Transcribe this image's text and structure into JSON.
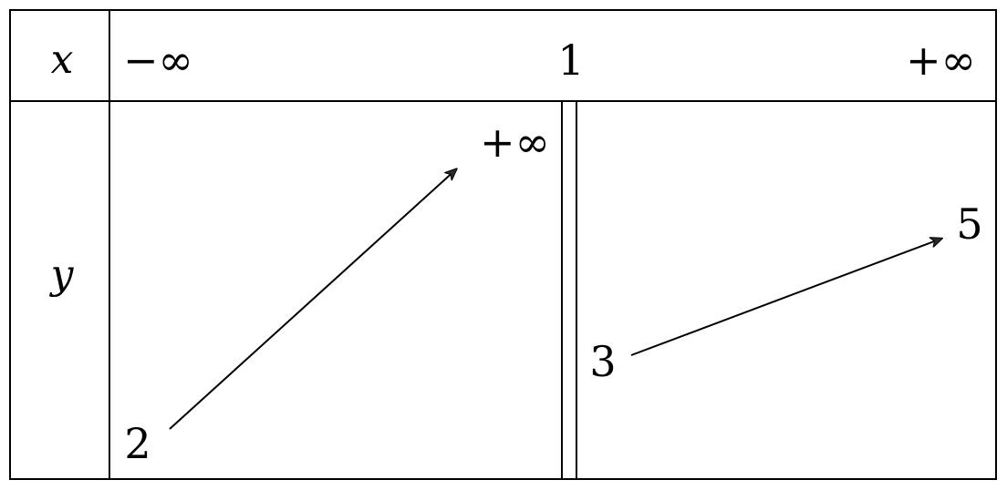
{
  "table": {
    "x_header": "x",
    "y_header": "y",
    "x_values": {
      "left": "−∞",
      "middle": "1",
      "right": "+∞"
    },
    "y_values": {
      "start_left": "2",
      "end_left": "+∞",
      "start_right": "3",
      "end_right": "5"
    }
  }
}
